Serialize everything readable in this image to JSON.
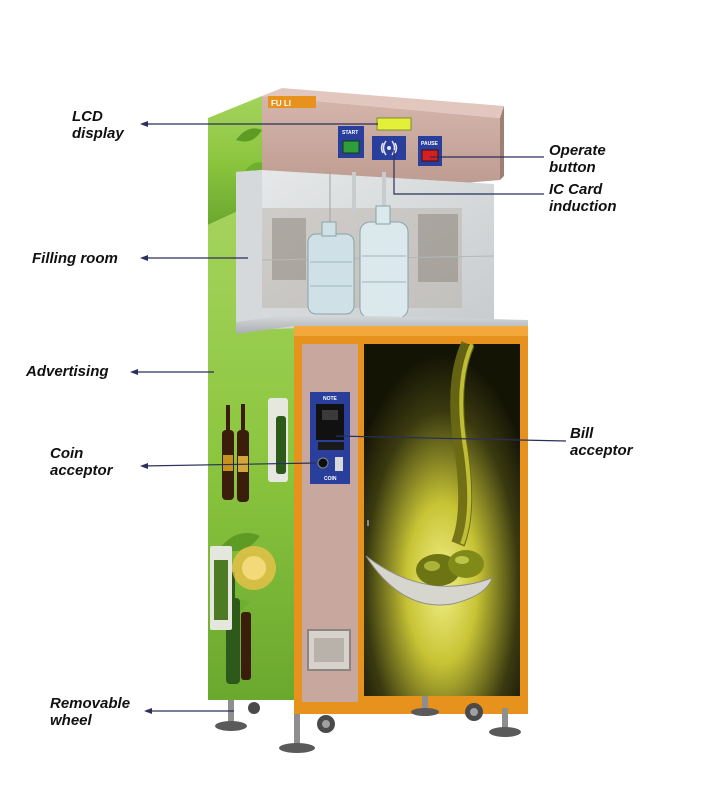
{
  "callouts": {
    "lcd_display": "LCD\ndisplay",
    "operate_button": "Operate\nbutton",
    "ic_card_induction": "IC Card\ninduction",
    "filling_room": "Filling room",
    "advertising": "Advertising",
    "bill_acceptor": "Bill\nacceptor",
    "coin_acceptor": "Coin\nacceptor",
    "removable_wheel": "Removable\nwheel"
  },
  "machine_text": {
    "brand": "FU LI",
    "start_label": "START",
    "pause_label": "PAUSE",
    "note_label": "NOTE",
    "coin_label": "COIN"
  },
  "colors": {
    "cabinet_orange": "#e8921e",
    "side_green": "#8cc63f",
    "head_mauve": "#c7a79e",
    "start_button": "#2e9e3a",
    "pause_button": "#d42020",
    "panel_blue": "#2a3f9c"
  },
  "icons": {
    "ic_card": "nfc-waves-icon"
  }
}
